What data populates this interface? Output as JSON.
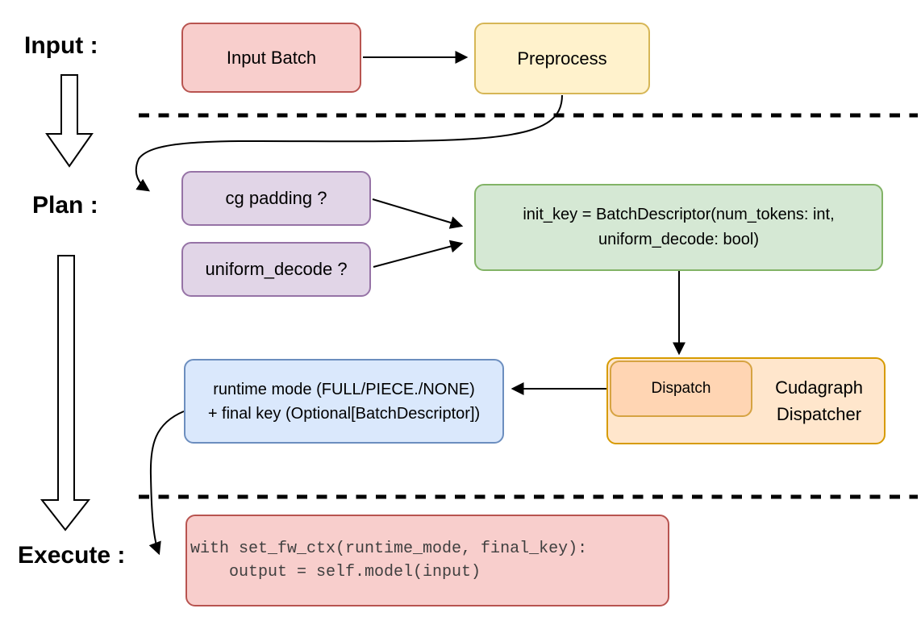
{
  "stage_labels": {
    "input": "Input :",
    "plan": "Plan :",
    "execute": "Execute :"
  },
  "nodes": {
    "input_batch": {
      "label": "Input Batch"
    },
    "preprocess": {
      "label": "Preprocess"
    },
    "cg_padding": {
      "label": "cg padding ?"
    },
    "uniform_decode": {
      "label": "uniform_decode ?"
    },
    "init_key": {
      "line1": "init_key = BatchDescriptor(num_tokens: int,",
      "line2": "uniform_decode: bool)"
    },
    "dispatch": {
      "label": "Dispatch"
    },
    "cudagraph_dispatcher": {
      "line1": "Cudagraph",
      "line2": "Dispatcher"
    },
    "runtime_mode": {
      "line1": "runtime mode (FULL/PIECE./NONE)",
      "line2": "+ final key (Optional[BatchDescriptor])"
    },
    "execute_code": {
      "line1": "with set_fw_ctx(runtime_mode, final_key):",
      "line2": "    output = self.model(input)"
    }
  },
  "colors": {
    "red_fill": "#f8cecc",
    "red_stroke": "#b85450",
    "yellow_fill": "#fff2cc",
    "yellow_stroke": "#d6b656",
    "purple_fill": "#e1d5e7",
    "purple_stroke": "#9673a6",
    "green_fill": "#d5e8d4",
    "green_stroke": "#82b366",
    "orange_fill": "#ffe6cc",
    "orange_stroke": "#d79b00",
    "orange_inner_fill": "#ffd5b3",
    "blue_fill": "#dae8fc",
    "blue_stroke": "#6c8ebf",
    "connector": "#000000",
    "code_text": "#3f3f3f"
  }
}
